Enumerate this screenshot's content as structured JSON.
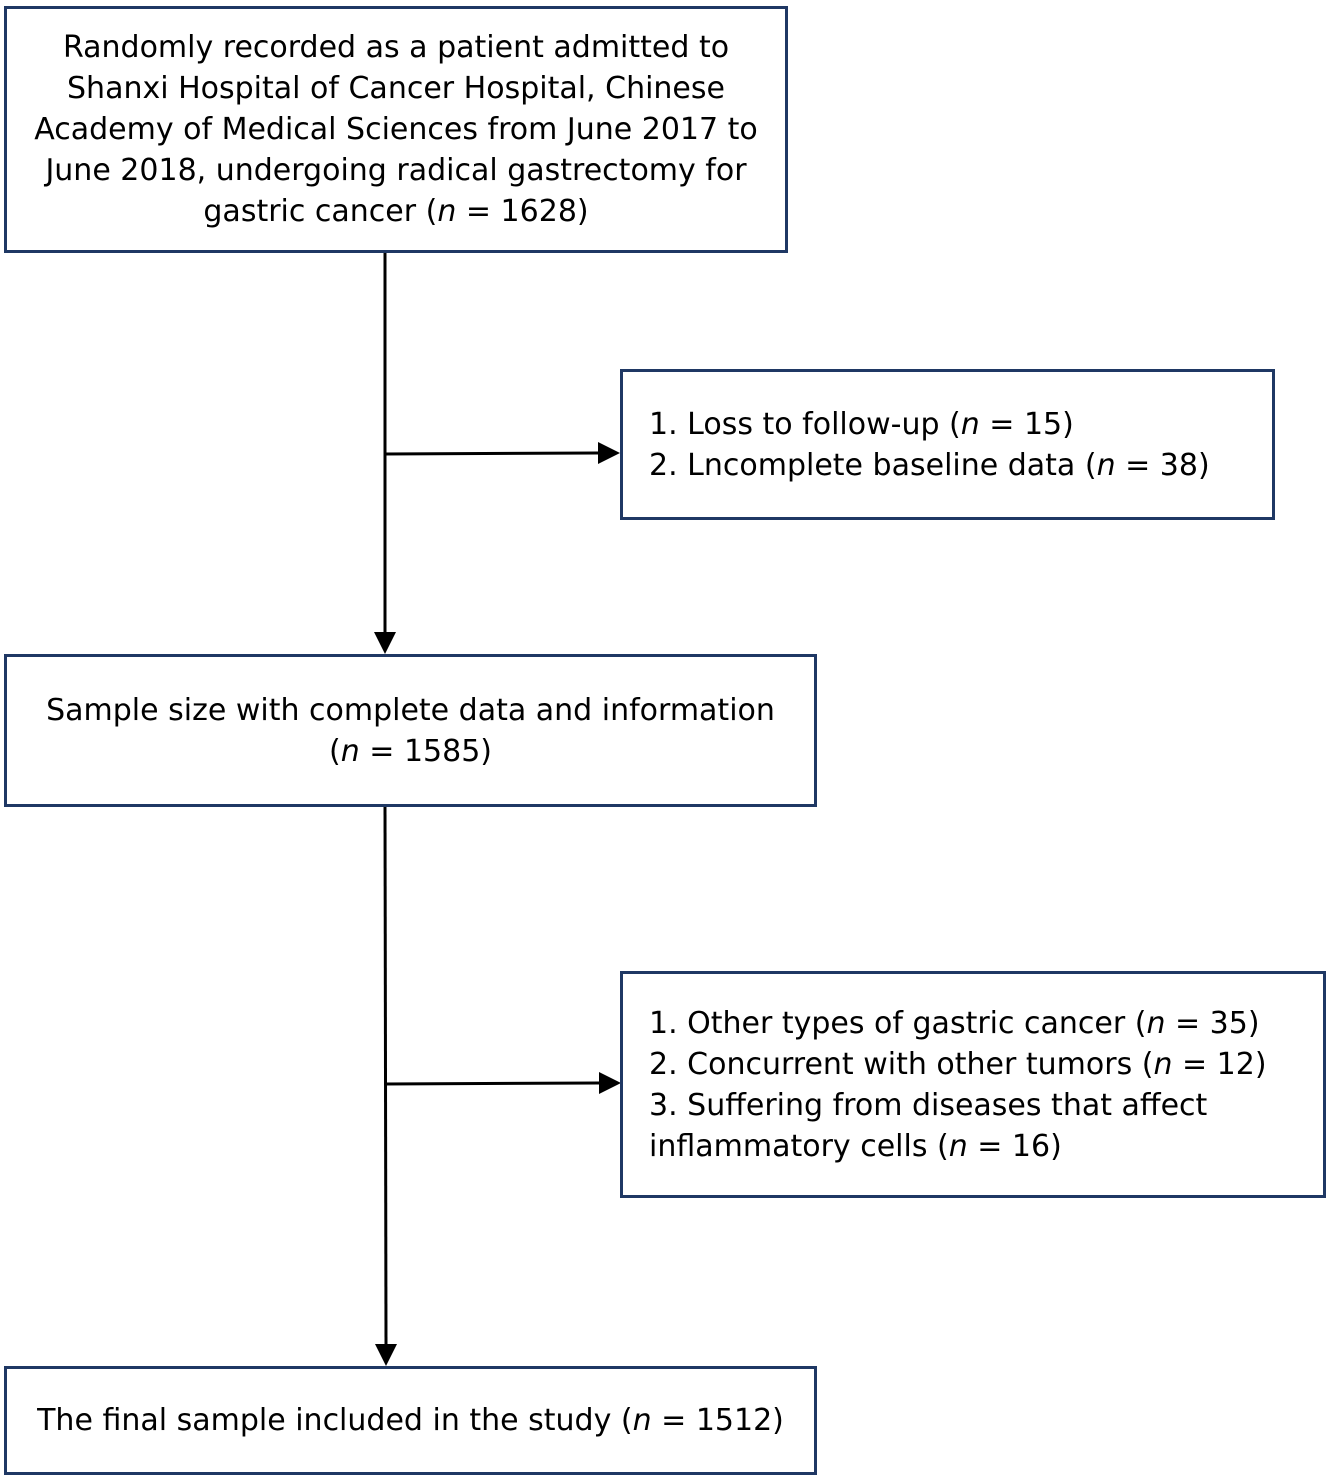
{
  "boxes": {
    "start": {
      "lines": [
        "Randomly recorded as a patient admitted to",
        "Shanxi Hospital of Cancer Hospital, Chinese",
        "Academy of Medical Sciences from June 2017 to",
        "June 2018, undergoing radical gastrectomy for"
      ],
      "last_prefix": "gastric cancer (",
      "n_symbol": "n",
      "last_suffix": " = 1628)"
    },
    "exclusion1": {
      "items": [
        {
          "prefix": "1. Loss to follow-up (",
          "n": "n",
          "suffix": " = 15)"
        },
        {
          "prefix": "2. Lncomplete baseline data (",
          "n": "n",
          "suffix": " = 38)"
        }
      ]
    },
    "complete": {
      "line1": "Sample size with complete data and information",
      "prefix": "(",
      "n": "n",
      "suffix": " = 1585)"
    },
    "exclusion2": {
      "items": [
        {
          "prefix": "1. Other types of gastric cancer (",
          "n": "n",
          "suffix": " = 35)"
        },
        {
          "prefix": "2. Concurrent with other tumors (",
          "n": "n",
          "suffix": " = 12)"
        },
        {
          "prefix": "3. Suffering from diseases that affect",
          "n": "",
          "suffix": ""
        },
        {
          "prefix": "inflammatory cells (",
          "n": "n",
          "suffix": " = 16)"
        }
      ]
    },
    "final": {
      "prefix": "The final sample included in the study (",
      "n": "n",
      "suffix": " = 1512)"
    }
  },
  "colors": {
    "box_border": "#1f3864",
    "arrow": "#000000",
    "text": "#000000"
  }
}
